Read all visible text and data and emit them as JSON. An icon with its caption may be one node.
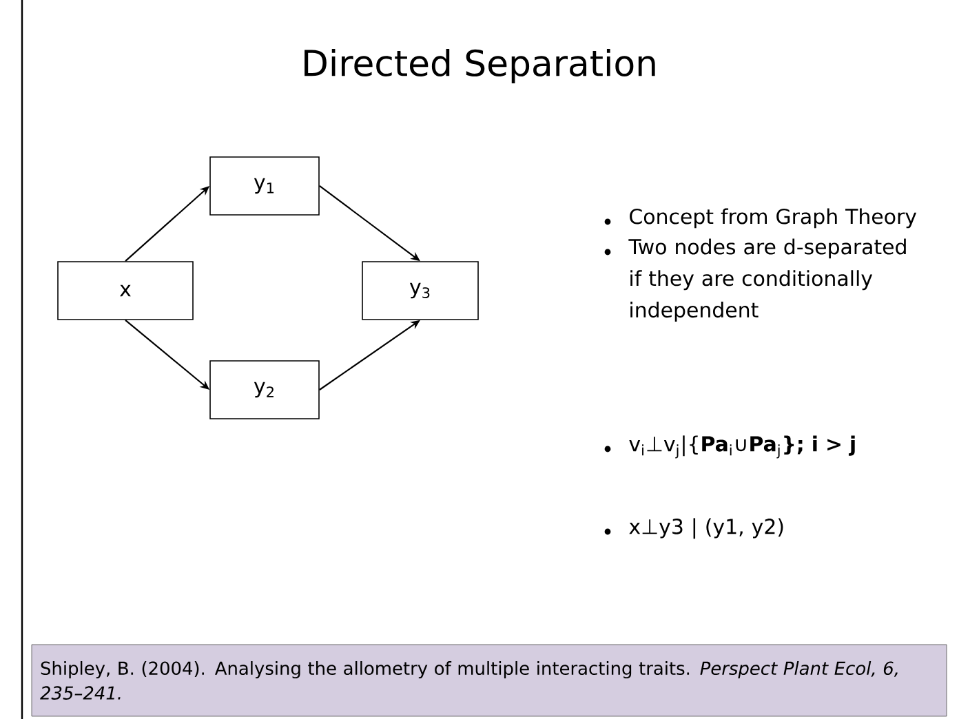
{
  "diagram": {
    "title": "Directed Separation",
    "nodes": [
      {
        "text": [
          "x"
        ]
      },
      {
        "text": [
          "y$_{1}$"
        ]
      },
      {
        "text": [
          "y$_{2}$"
        ]
      },
      {
        "text": [
          "y$_{3}$"
        ]
      },
      {
        "text": [
          "Shipley, B. (2004). Analysing the allometry of multiple interacting traits. *Perspect Plant Ecol, 6, 235–241.*"
        ]
      }
    ],
    "edges": [
      {
        "from": 0,
        "to": 1,
        "arrow": "to"
      },
      {
        "from": 0,
        "to": 2,
        "arrow": "to"
      },
      {
        "from": 1,
        "to": 3,
        "arrow": "to"
      },
      {
        "from": 2,
        "to": 3,
        "arrow": "to"
      }
    ],
    "labels": [
      "Concept from Graph Theory",
      "Two nodes are d-separated if they are conditionally independent",
      "v$_{i}$⊥v$_{j}$|{**Pa**$_{i}$∪**Pa**$_{j}$**}; i > j**",
      "x⊥y3 | (y1, y2)"
    ]
  }
}
